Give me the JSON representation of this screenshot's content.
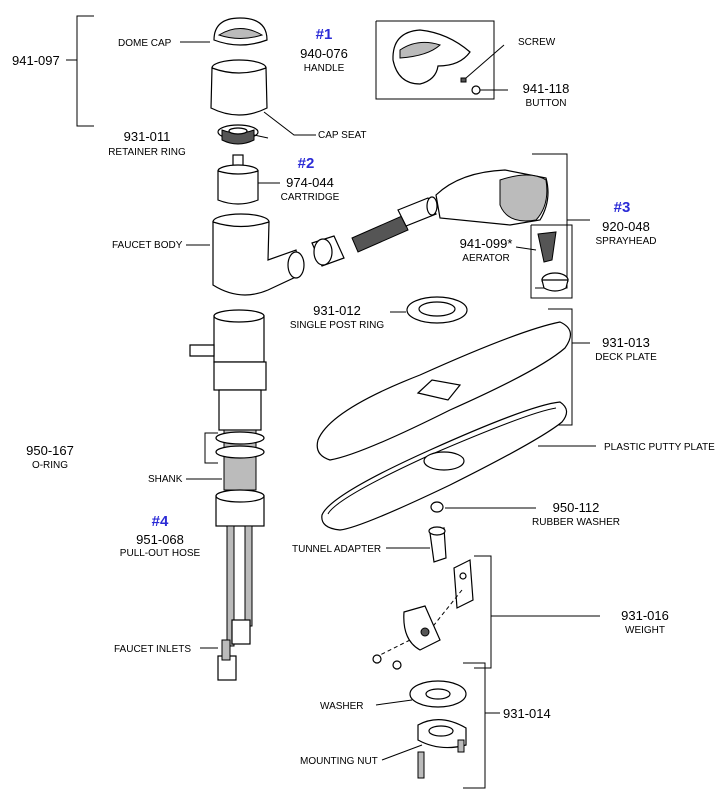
{
  "callouts": {
    "c1": {
      "tag": "#1",
      "part": "940-076",
      "name": "HANDLE"
    },
    "c2": {
      "tag": "#2",
      "part": "974-044",
      "name": "CARTRIDGE"
    },
    "c3": {
      "tag": "#3",
      "part": "920-048",
      "name": "SPRAYHEAD"
    },
    "c4": {
      "tag": "#4",
      "part": "951-068",
      "name": "PULL-OUT HOSE"
    }
  },
  "parts": {
    "p941_097": "941-097",
    "dome_cap": "DOME CAP",
    "cap_seat": "CAP SEAT",
    "p931_011": "931-011",
    "retainer_ring": "RETAINER RING",
    "faucet_body": "FAUCET BODY",
    "screw": "SCREW",
    "p941_118": "941-118",
    "button": "BUTTON",
    "p941_099": "941-099*",
    "aerator": "AERATOR",
    "p931_012": "931-012",
    "single_post_ring": "SINGLE POST RING",
    "p931_013": "931-013",
    "deck_plate": "DECK PLATE",
    "plastic_putty_plate": "PLASTIC PUTTY PLATE",
    "p950_167": "950-167",
    "o_ring": "O-RING",
    "shank": "SHANK",
    "p950_112": "950-112",
    "rubber_washer": "RUBBER WASHER",
    "tunnel_adapter": "TUNNEL ADAPTER",
    "p931_016": "931-016",
    "weight": "WEIGHT",
    "faucet_inlets": "FAUCET INLETS",
    "washer": "WASHER",
    "p931_014": "931-014",
    "mounting_nut": "MOUNTING NUT"
  },
  "colors": {
    "callout_number": "#2b2bd6",
    "ink": "#000000"
  }
}
